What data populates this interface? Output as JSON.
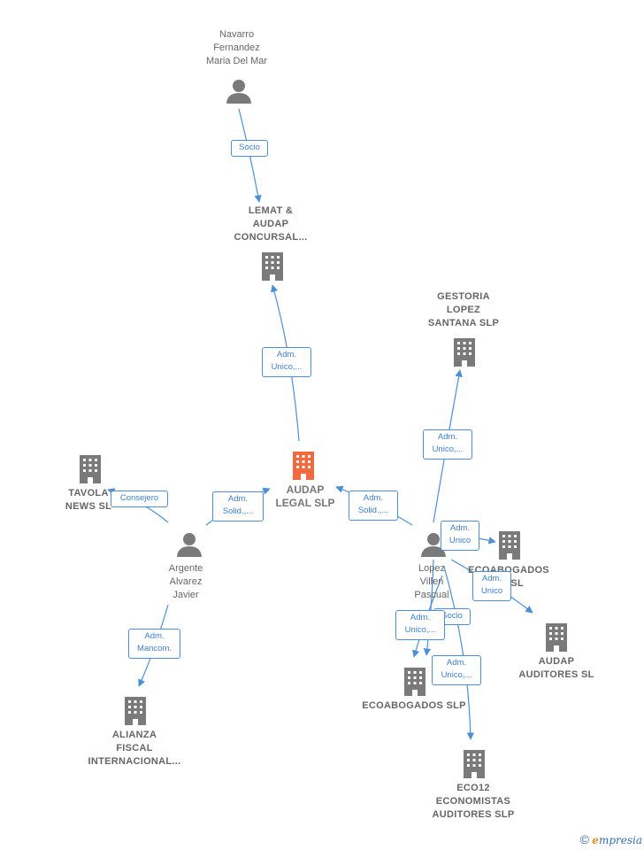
{
  "colors": {
    "edge": "#4a8fd8",
    "node_icon": "#7a7a7a",
    "main_icon": "#f26a3e"
  },
  "nodes": {
    "navarro": {
      "label": "Navarro\nFernandez\nMaria Del Mar",
      "type": "person-icon"
    },
    "lemat": {
      "label": "LEMAT &\nAUDAP\nCONCURSAL...",
      "type": "building-icon"
    },
    "gestoria": {
      "label": "GESTORIA\nLOPEZ\nSANTANA  SLP",
      "type": "building-icon"
    },
    "tavola": {
      "label": "TAVOLA\nNEWS  SL",
      "type": "building-icon"
    },
    "audap_legal": {
      "label": "AUDAP\nLEGAL  SLP",
      "type": "building-icon"
    },
    "argente": {
      "label": "Argente\nAlvarez\nJavier",
      "type": "person-icon"
    },
    "lopez": {
      "label": "Lopez\nVillen\nPascual",
      "type": "person-icon"
    },
    "ecoabogados_ra": {
      "label": "ECOABOGADOS\nRA SL",
      "type": "building-icon"
    },
    "audap_auditores": {
      "label": "AUDAP\nAUDITORES  SL",
      "type": "building-icon"
    },
    "ecoabogados_slp": {
      "label": "ECOABOGADOS SLP",
      "type": "building-icon"
    },
    "alianza": {
      "label": "ALIANZA\nFISCAL\nINTERNACIONAL...",
      "type": "building-icon"
    },
    "eco12": {
      "label": "ECO12\nECONOMISTAS\nAUDITORES  SLP",
      "type": "building-icon"
    }
  },
  "edges": {
    "socio_navarro_lemat": "Socio",
    "adm_audap_lemat": "Adm.\nUnico,...",
    "adm_lopez_gestoria": "Adm.\nUnico,...",
    "consejero_argente_tavola": "Consejero",
    "adm_argente_audap": "Adm.\nSolid.,...",
    "adm_lopez_audap": "Adm.\nSolid.,...",
    "adm_lopez_ecoabogados_ra": "Adm.\nUnico",
    "adm_lopez_audap_auditores": "Adm.\nUnico",
    "socio_lopez": "Socio",
    "adm_lopez_ecoabogados_slp": "Adm.\nUnico,...",
    "adm_lopez_eco12": "Adm.\nUnico,...",
    "adm_argente_alianza": "Adm.\nMancom."
  },
  "footer": {
    "copyright": "©",
    "brand_e": "e",
    "brand_rest": "mpresia"
  }
}
